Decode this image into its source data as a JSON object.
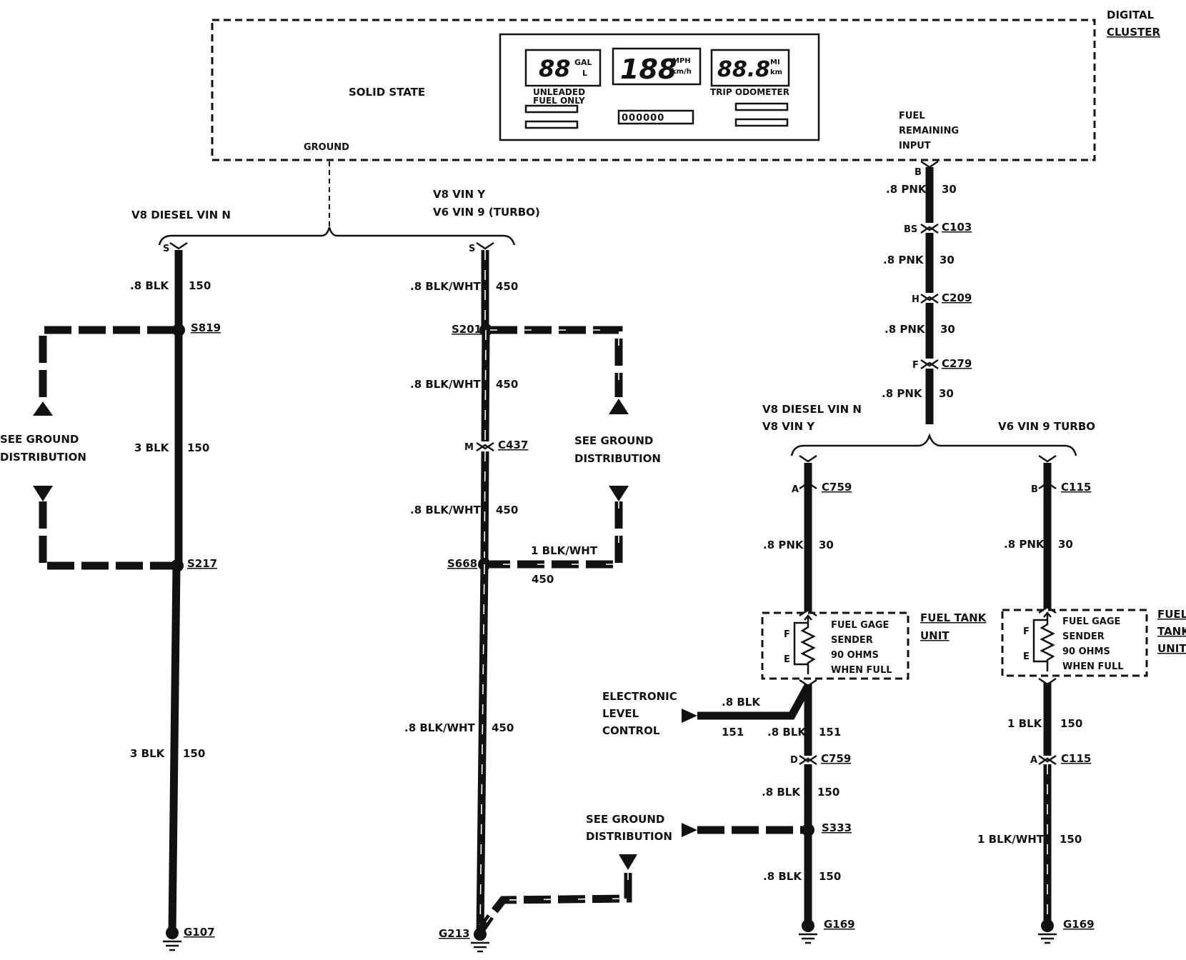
{
  "cluster": {
    "title_line1": "DIGITAL",
    "title_line2": "CLUSTER",
    "solid_state": "SOLID STATE",
    "ground": "GROUND",
    "fuel_input_1": "FUEL",
    "fuel_input_2": "REMAINING",
    "fuel_input_3": "INPUT",
    "display": {
      "fuel_digits": "88",
      "fuel_units_1": "GAL",
      "fuel_units_2": "L",
      "speed_digits": "188",
      "speed_units_1": "MPH",
      "speed_units_2": "km/h",
      "trip_digits": "88.8",
      "trip_units_1": "MI",
      "trip_units_2": "km",
      "unleaded_1": "UNLEADED",
      "unleaded_2": "FUEL ONLY",
      "trip_label": "TRIP ODOMETER",
      "odometer": "000000"
    }
  },
  "left": {
    "variant": "V8 DIESEL VIN N",
    "s_pin": "S",
    "w1_gauge": ".8 BLK",
    "w1_circ": "150",
    "splice1": "S819",
    "w2_gauge": "3 BLK",
    "w2_circ": "150",
    "see1": "SEE GROUND",
    "see2": "DISTRIBUTION",
    "splice2": "S217",
    "w3_gauge": "3 BLK",
    "w3_circ": "150",
    "ground": "G107"
  },
  "mid": {
    "variant1": "V8 VIN Y",
    "variant2": "V6 VIN 9 (TURBO)",
    "s_pin": "S",
    "w1_gauge": ".8 BLK/WHT",
    "w1_circ": "450",
    "splice1": "S201",
    "w2_gauge": ".8 BLK/WHT",
    "w2_circ": "450",
    "conn_pin": "M",
    "conn": "C437",
    "w3_gauge": ".8 BLK/WHT",
    "w3_circ": "450",
    "see1": "SEE GROUND",
    "see2": "DISTRIBUTION",
    "splice2": "S668",
    "branch_gauge": "1 BLK/WHT",
    "branch_circ": "450",
    "w4_gauge": ".8 BLK/WHT",
    "w4_circ": "450",
    "ground": "G213"
  },
  "right": {
    "pin_b": "B",
    "w1_gauge": ".8 PNK",
    "w1_circ": "30",
    "pin_bs": "BS",
    "c103": "C103",
    "w2_gauge": ".8 PNK",
    "w2_circ": "30",
    "pin_h": "H",
    "c209": "C209",
    "w3_gauge": ".8 PNK",
    "w3_circ": "30",
    "pin_f": "F",
    "c279": "C279",
    "w4_gauge": ".8 PNK",
    "w4_circ": "30",
    "left_variant1": "V8 DIESEL VIN N",
    "left_variant2": "V8 VIN Y",
    "right_variant": "V6 VIN 9 TURBO"
  },
  "branch_a": {
    "pin_a": "A",
    "conn": "C759",
    "w1_gauge": ".8 PNK",
    "w1_circ": "30",
    "sender1": "FUEL GAGE",
    "sender2": "SENDER",
    "sender3": "90 OHMS",
    "sender4": "WHEN FULL",
    "f": "F",
    "e": "E",
    "unit1": "FUEL TANK",
    "unit2": "UNIT",
    "elc1": "ELECTRONIC",
    "elc2": "LEVEL",
    "elc3": "CONTROL",
    "elc_gauge": ".8 BLK",
    "elc_circ": "151",
    "w2_gauge": ".8 BLK",
    "w2_circ": "151",
    "pin_d": "D",
    "conn2": "C759",
    "w3_gauge": ".8 BLK",
    "w3_circ": "150",
    "see1": "SEE GROUND",
    "see2": "DISTRIBUTION",
    "splice": "S333",
    "w4_gauge": ".8 BLK",
    "w4_circ": "150",
    "ground": "G169"
  },
  "branch_b": {
    "pin_b": "B",
    "conn": "C115",
    "w1_gauge": ".8 PNK",
    "w1_circ": "30",
    "sender1": "FUEL GAGE",
    "sender2": "SENDER",
    "sender3": "90 OHMS",
    "sender4": "WHEN FULL",
    "f": "F",
    "e": "E",
    "unit1": "FUEL",
    "unit2": "TANK",
    "unit3": "UNIT",
    "w2_gauge": "1 BLK",
    "w2_circ": "150",
    "pin_a": "A",
    "conn2": "C115",
    "w3_gauge": "1 BLK/WHT",
    "w3_circ": "150",
    "ground": "G169"
  }
}
